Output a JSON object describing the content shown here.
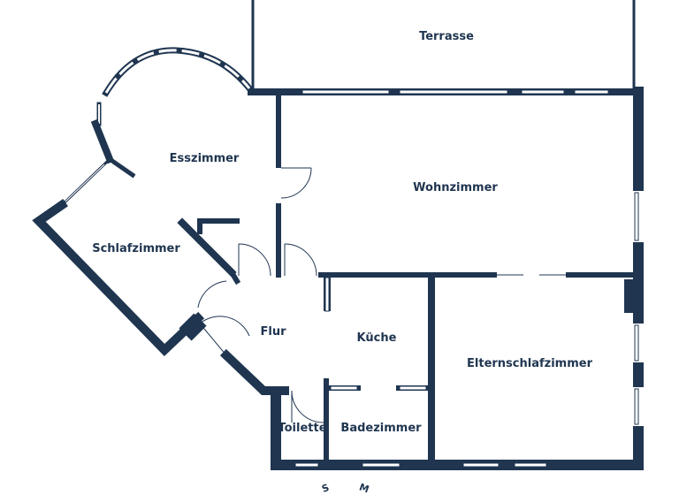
{
  "rooms": {
    "terrasse": "Terrasse",
    "esszimmer": "Esszimmer",
    "wohnzimmer": "Wohnzimmer",
    "schlafzimmer": "Schlafzimmer",
    "flur": "Flur",
    "kueche": "Küche",
    "elternschlafzimmer": "Elternschlafzimmer",
    "toilette": "Toilette",
    "badezimmer": "Badezimmer"
  },
  "compass": {
    "s": "S",
    "m": "M"
  },
  "colors": {
    "wall": "#1f3550",
    "background": "#ffffff"
  }
}
